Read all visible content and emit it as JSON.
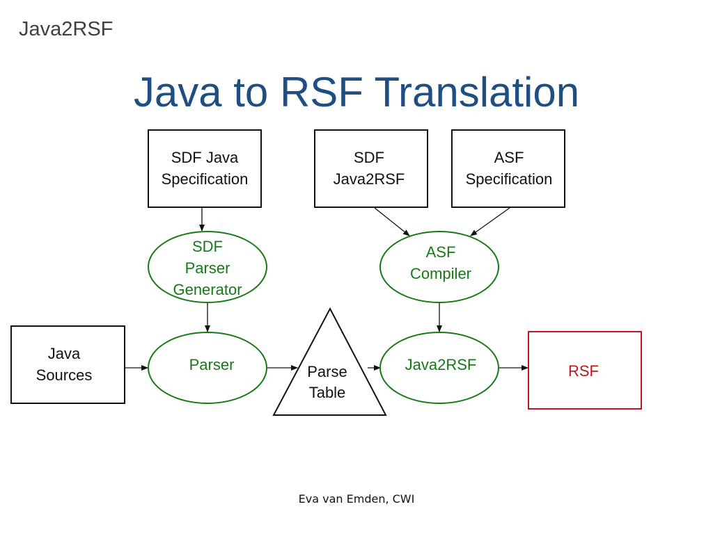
{
  "header": {
    "label": "Java2RSF"
  },
  "slide": {
    "title": "Java to RSF Translation"
  },
  "footer": {
    "author": "Eva van Emden, CWI"
  },
  "colors": {
    "title": "#1f4e82",
    "process": "#157a15",
    "output": "#c0151b",
    "box": "#111111"
  },
  "diagram": {
    "nodes": {
      "sdf_java_spec": {
        "lines": [
          "SDF Java",
          "Specification"
        ],
        "shape": "rectangle"
      },
      "sdf_java2rsf": {
        "lines": [
          "SDF",
          "Java2RSF"
        ],
        "shape": "rectangle"
      },
      "asf_spec": {
        "lines": [
          "ASF",
          "Specification"
        ],
        "shape": "rectangle"
      },
      "sdf_parser_generator": {
        "lines": [
          "SDF",
          "Parser",
          "Generator"
        ],
        "shape": "ellipse"
      },
      "asf_compiler": {
        "lines": [
          "ASF",
          "Compiler"
        ],
        "shape": "ellipse"
      },
      "java_sources": {
        "lines": [
          "Java",
          "Sources"
        ],
        "shape": "rectangle"
      },
      "parser": {
        "lines": [
          "Parser"
        ],
        "shape": "ellipse"
      },
      "parse_table": {
        "lines": [
          "Parse",
          "Table"
        ],
        "shape": "triangle"
      },
      "java2rsf": {
        "lines": [
          "Java2RSF"
        ],
        "shape": "ellipse"
      },
      "rsf": {
        "lines": [
          "RSF"
        ],
        "shape": "rectangle"
      }
    },
    "edges": [
      [
        "sdf_java_spec",
        "sdf_parser_generator"
      ],
      [
        "sdf_java2rsf",
        "asf_compiler"
      ],
      [
        "asf_spec",
        "asf_compiler"
      ],
      [
        "sdf_parser_generator",
        "parser"
      ],
      [
        "asf_compiler",
        "java2rsf"
      ],
      [
        "java_sources",
        "parser"
      ],
      [
        "parser",
        "parse_table"
      ],
      [
        "parse_table",
        "java2rsf"
      ],
      [
        "java2rsf",
        "rsf"
      ]
    ]
  }
}
